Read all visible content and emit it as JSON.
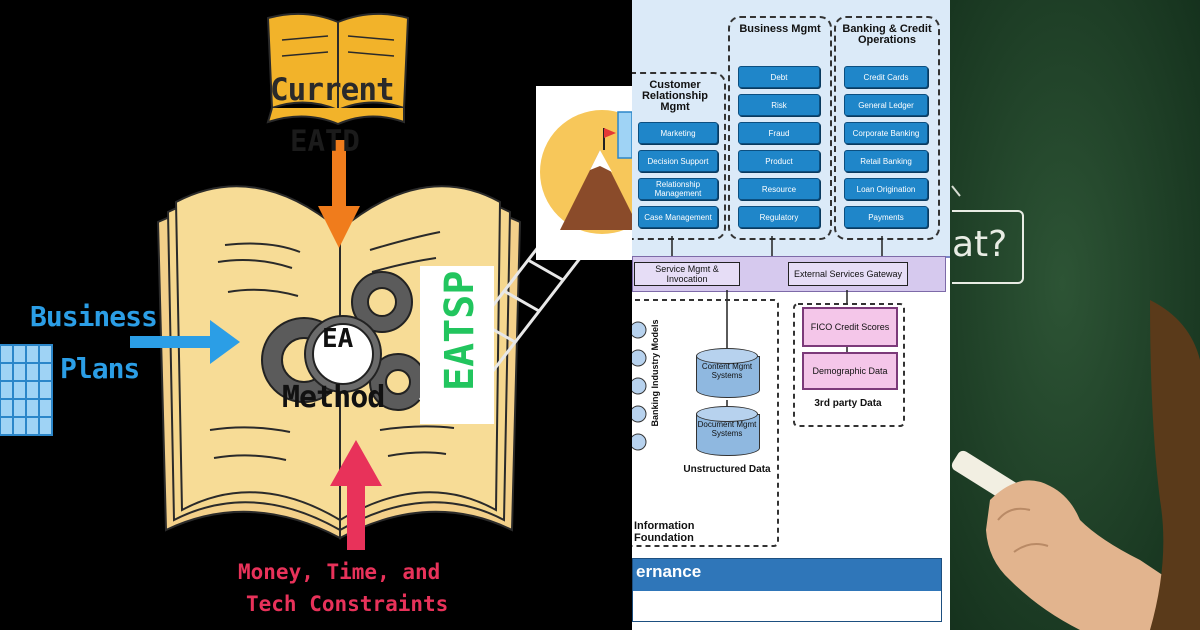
{
  "left_panel": {
    "current_label": "Current",
    "eatd_label": "EATD",
    "business_label": "Business",
    "plans_label": "Plans",
    "ea_label": "EA",
    "method_label": "Method",
    "eatsp_label": "EATSP",
    "constraints_line1": "Money, Time, and",
    "constraints_line2": "Tech Constraints",
    "colors": {
      "book": "#f5d78e",
      "small_book": "#f2b32a",
      "current_arrow": "#f07c1c",
      "business_arrow": "#2b9ee6",
      "constraints_arrow": "#e8325a",
      "eatsp_text": "#22c55e"
    },
    "icons": [
      "open-book-icon",
      "small-book-icon",
      "gear-icon",
      "ladder-icon",
      "mountain-flag-icon",
      "building-icon"
    ]
  },
  "middle_panel": {
    "crm": {
      "title": "Customer Relationship Mgmt",
      "items": [
        "Marketing",
        "Decision Support",
        "Relationship Management",
        "Case Management"
      ]
    },
    "business_mgmt": {
      "title": "Business Mgmt",
      "items": [
        "Debt",
        "Risk",
        "Fraud",
        "Product",
        "Resource",
        "Regulatory"
      ]
    },
    "banking": {
      "title": "Banking & Credit Operations",
      "items": [
        "Credit Cards",
        "General Ledger",
        "Corporate Banking",
        "Retail Banking",
        "Loan Origination",
        "Payments"
      ]
    },
    "bus": {
      "service_mgmt": "Service Mgmt & Invocation",
      "external_gateway": "External Services Gateway"
    },
    "banking_industry_models": "Banking Industry Models",
    "content_mgmt": "Content Mgmt Systems",
    "document_mgmt": "Document Mgmt Systems",
    "unstructured_data": "Unstructured Data",
    "information_foundation": "Information Foundation",
    "fico": "FICO Credit Scores",
    "demographic": "Demographic Data",
    "third_party": "3rd party Data",
    "governance": "ernance",
    "colors": {
      "background": "#dbeaf8",
      "button": "#1f86c9",
      "bus": "#d6c9ee",
      "third_party_box": "#f4c6e9",
      "governance_bar": "#2f76b9"
    }
  },
  "right_panel": {
    "chalk_text": "at?",
    "colors": {
      "chalkboard": "#1e3d26",
      "chalk": "#e8ece4"
    },
    "icons": [
      "hand-with-chalk-icon"
    ]
  }
}
